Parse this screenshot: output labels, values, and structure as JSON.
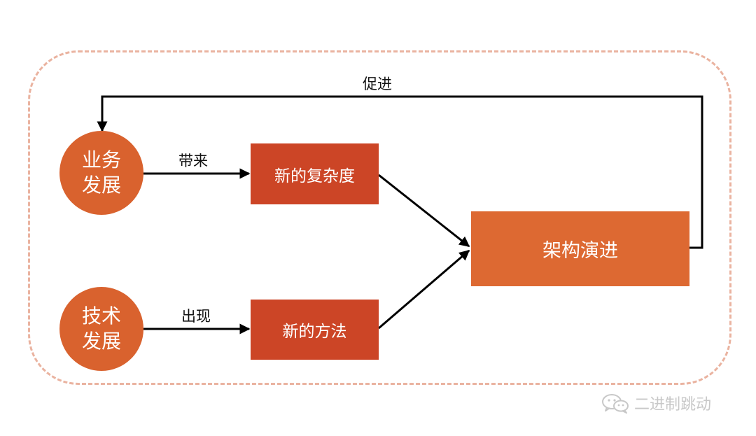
{
  "nodes": {
    "business": {
      "lines": [
        "业务",
        "发展"
      ]
    },
    "tech": {
      "lines": [
        "技术",
        "发展"
      ]
    },
    "complexity": {
      "label": "新的复杂度"
    },
    "methods": {
      "label": "新的方法"
    },
    "architecture": {
      "label": "架构演进"
    }
  },
  "edges": {
    "brings": "带来",
    "appears": "出现",
    "promotes": "促进"
  },
  "watermark": {
    "text": "二进制跳动",
    "icon": "wechat-icon"
  },
  "colors": {
    "circle": "#d9622e",
    "box_dark": "#cc4526",
    "box_light": "#dd6932",
    "frame_dash": "#eab3a0",
    "arrow": "#000000",
    "watermark": "#c8c8c8"
  }
}
